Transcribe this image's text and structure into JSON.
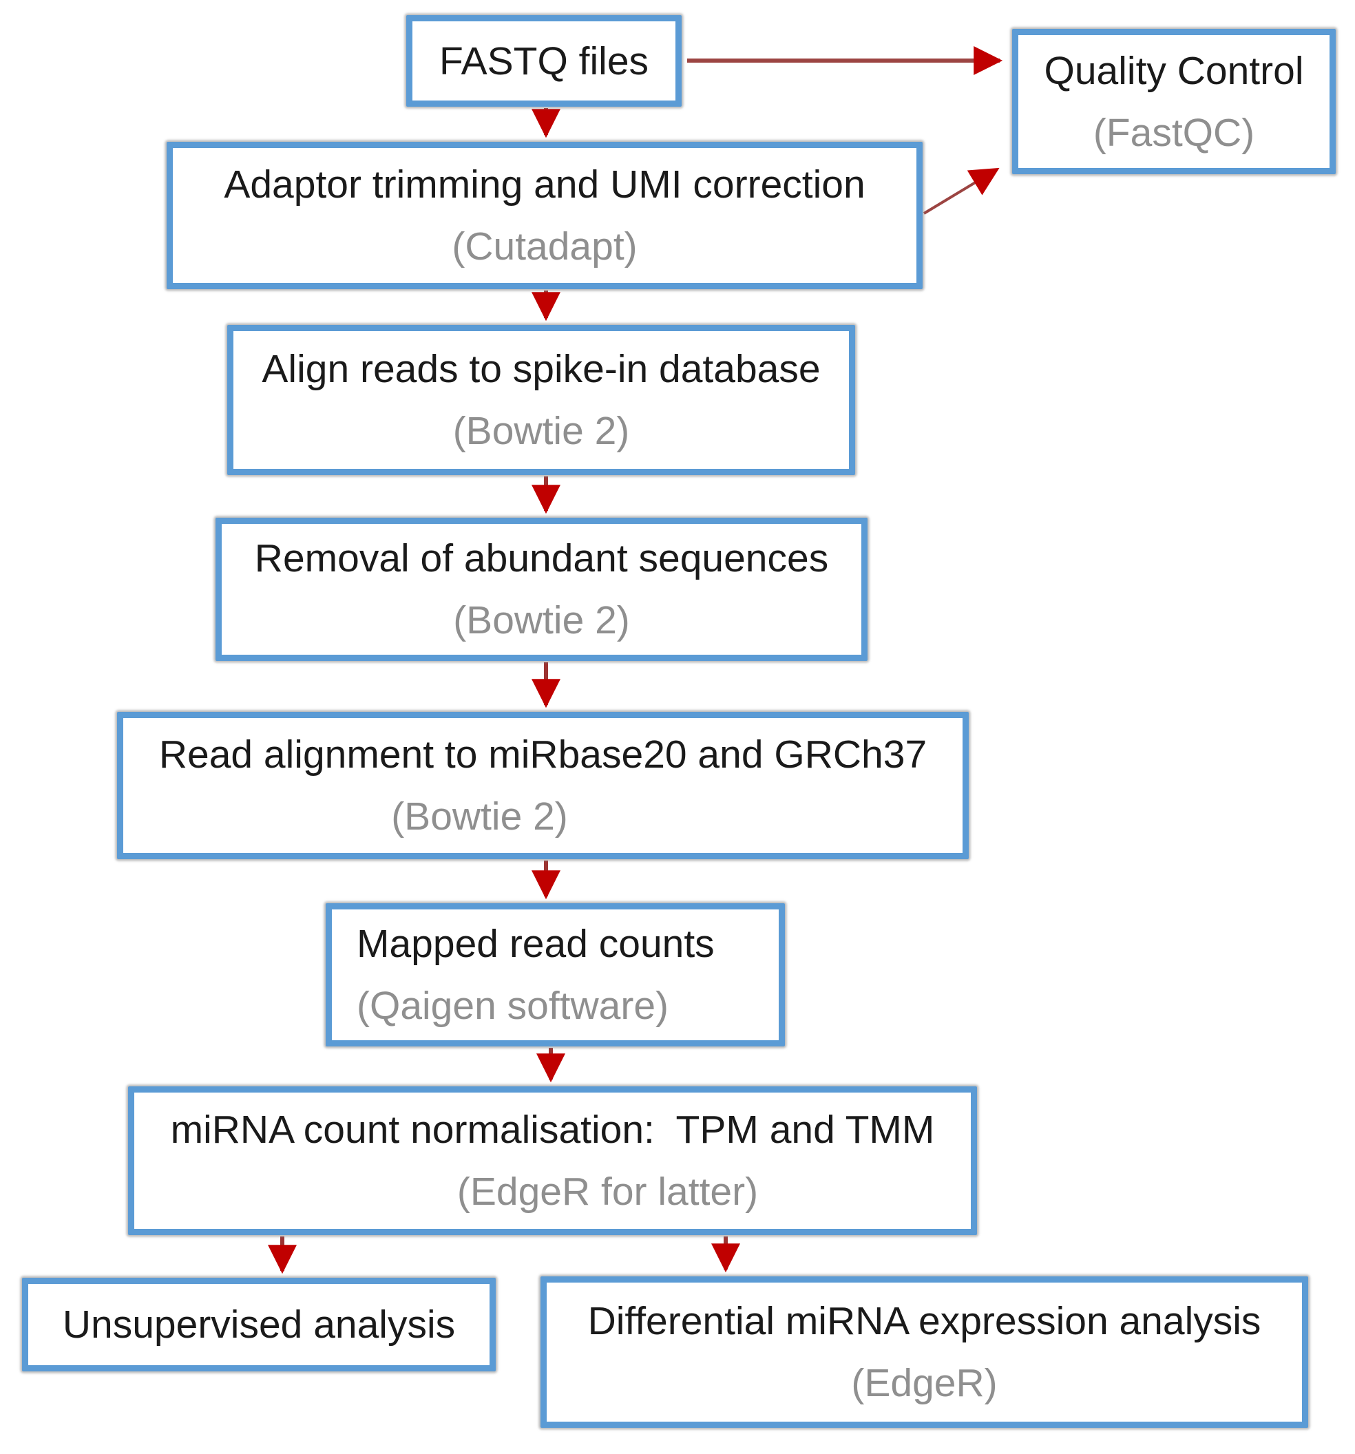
{
  "diagram": {
    "title": "miRNA sequencing analysis pipeline flowchart",
    "colors": {
      "box_border": "#5b9bd5",
      "box_fill": "#ffffff",
      "title_text": "#1a1a1a",
      "subtitle_text": "#8f8f8f",
      "arrow_line": "#9c4442",
      "arrow_head": "#c00000"
    },
    "nodes": [
      {
        "id": "fastq",
        "title": "FASTQ files",
        "subtitle": ""
      },
      {
        "id": "qc",
        "title": "Quality Control",
        "subtitle": "(FastQC)"
      },
      {
        "id": "adaptor",
        "title": "Adaptor trimming and UMI correction",
        "subtitle": "(Cutadapt)"
      },
      {
        "id": "align",
        "title": "Align reads to spike-in database",
        "subtitle": "(Bowtie 2)"
      },
      {
        "id": "removal",
        "title": "Removal of abundant sequences",
        "subtitle": "(Bowtie 2)"
      },
      {
        "id": "readalign",
        "title": "Read alignment to miRbase20 and GRCh37",
        "subtitle": "(Bowtie 2)"
      },
      {
        "id": "mapped",
        "title": "Mapped read counts",
        "subtitle": "(Qaigen software)"
      },
      {
        "id": "norm",
        "title": "miRNA count normalisation:  TPM and TMM",
        "subtitle": "(EdgeR for latter)"
      },
      {
        "id": "unsupervised",
        "title": "Unsupervised analysis",
        "subtitle": ""
      },
      {
        "id": "diff",
        "title": "Differential miRNA expression analysis",
        "subtitle": "(EdgeR)"
      }
    ],
    "edges": [
      {
        "from": "fastq",
        "to": "qc"
      },
      {
        "from": "fastq",
        "to": "adaptor"
      },
      {
        "from": "adaptor",
        "to": "qc"
      },
      {
        "from": "adaptor",
        "to": "align"
      },
      {
        "from": "align",
        "to": "removal"
      },
      {
        "from": "removal",
        "to": "readalign"
      },
      {
        "from": "readalign",
        "to": "mapped"
      },
      {
        "from": "mapped",
        "to": "norm"
      },
      {
        "from": "norm",
        "to": "unsupervised"
      },
      {
        "from": "norm",
        "to": "diff"
      }
    ]
  }
}
